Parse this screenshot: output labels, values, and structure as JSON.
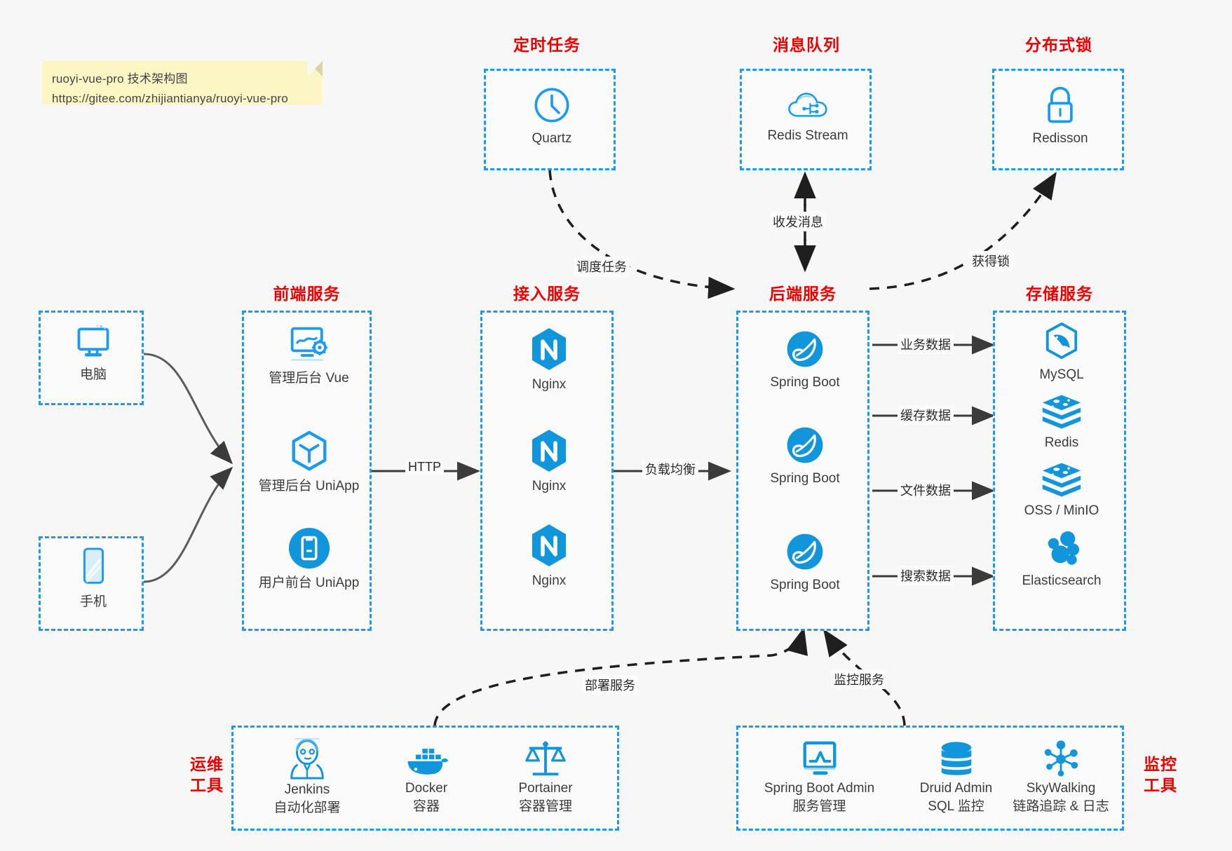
{
  "note": {
    "line1": "ruoyi-vue-pro 技术架构图",
    "line2": "https://gitee.com/zhijiantianya/ruoyi-vue-pro"
  },
  "colors": {
    "accent_blue": "#1b9bf0",
    "icon_blue": "#1296db",
    "title_red": "#ef0000",
    "background": "#f7f7f7",
    "note_yellow": "#fbf6c4",
    "edge_gray": "#4d4d4d"
  },
  "groups": {
    "scheduler": {
      "title": "定时任务",
      "items": [
        {
          "label": "Quartz",
          "icon": "clock-icon"
        }
      ]
    },
    "mq": {
      "title": "消息队列",
      "items": [
        {
          "label": "Redis Stream",
          "icon": "cloud-stream-icon"
        }
      ]
    },
    "lock": {
      "title": "分布式锁",
      "items": [
        {
          "label": "Redisson",
          "icon": "padlock-icon"
        }
      ]
    },
    "clients": {
      "items": [
        {
          "label": "电脑",
          "icon": "desktop-monitor-icon"
        },
        {
          "label": "手机",
          "icon": "mobile-phone-icon"
        }
      ]
    },
    "frontend": {
      "title": "前端服务",
      "items": [
        {
          "label": "管理后台 Vue",
          "icon": "dashboard-gear-icon"
        },
        {
          "label": "管理后台 UniApp",
          "icon": "hexagon-cube-icon"
        },
        {
          "label": "用户前台 UniApp",
          "icon": "app-square-icon"
        }
      ]
    },
    "gateway": {
      "title": "接入服务",
      "items": [
        {
          "label": "Nginx",
          "icon": "nginx-icon"
        },
        {
          "label": "Nginx",
          "icon": "nginx-icon"
        },
        {
          "label": "Nginx",
          "icon": "nginx-icon"
        }
      ]
    },
    "backend": {
      "title": "后端服务",
      "items": [
        {
          "label": "Spring Boot",
          "icon": "spring-boot-icon"
        },
        {
          "label": "Spring Boot",
          "icon": "spring-boot-icon"
        },
        {
          "label": "Spring Boot",
          "icon": "spring-boot-icon"
        }
      ]
    },
    "storage": {
      "title": "存储服务",
      "items": [
        {
          "label": "MySQL",
          "icon": "mysql-dolphin-icon"
        },
        {
          "label": "Redis",
          "icon": "redis-stack-icon"
        },
        {
          "label": "OSS / MinIO",
          "icon": "redis-stack-icon"
        },
        {
          "label": "Elasticsearch",
          "icon": "elasticsearch-cluster-icon"
        }
      ]
    },
    "devops": {
      "title_line1": "运维",
      "title_line2": "工具",
      "items": [
        {
          "name": "Jenkins",
          "desc": "自动化部署",
          "icon": "jenkins-butler-icon"
        },
        {
          "name": "Docker",
          "desc": "容器",
          "icon": "docker-whale-icon"
        },
        {
          "name": "Portainer",
          "desc": "容器管理",
          "icon": "portainer-scale-icon"
        }
      ]
    },
    "monitor": {
      "title_line1": "监控",
      "title_line2": "工具",
      "items": [
        {
          "name": "Spring Boot Admin",
          "desc": "服务管理",
          "icon": "monitor-chart-icon"
        },
        {
          "name": "Druid Admin",
          "desc": "SQL 监控",
          "icon": "database-cylinder-icon"
        },
        {
          "name": "SkyWalking",
          "desc": "链路追踪 & 日志",
          "icon": "skywalking-node-icon"
        }
      ]
    }
  },
  "edges": [
    {
      "id": "http",
      "label": "HTTP"
    },
    {
      "id": "load-balance",
      "label": "负载均衡"
    },
    {
      "id": "schedule-task",
      "label": "调度任务"
    },
    {
      "id": "send-receive-message",
      "label": "收发消息"
    },
    {
      "id": "acquire-lock",
      "label": "获得锁"
    },
    {
      "id": "business-data",
      "label": "业务数据"
    },
    {
      "id": "cache-data",
      "label": "缓存数据"
    },
    {
      "id": "file-data",
      "label": "文件数据"
    },
    {
      "id": "search-data",
      "label": "搜索数据"
    },
    {
      "id": "deploy-service",
      "label": "部署服务"
    },
    {
      "id": "monitor-service",
      "label": "监控服务"
    }
  ]
}
